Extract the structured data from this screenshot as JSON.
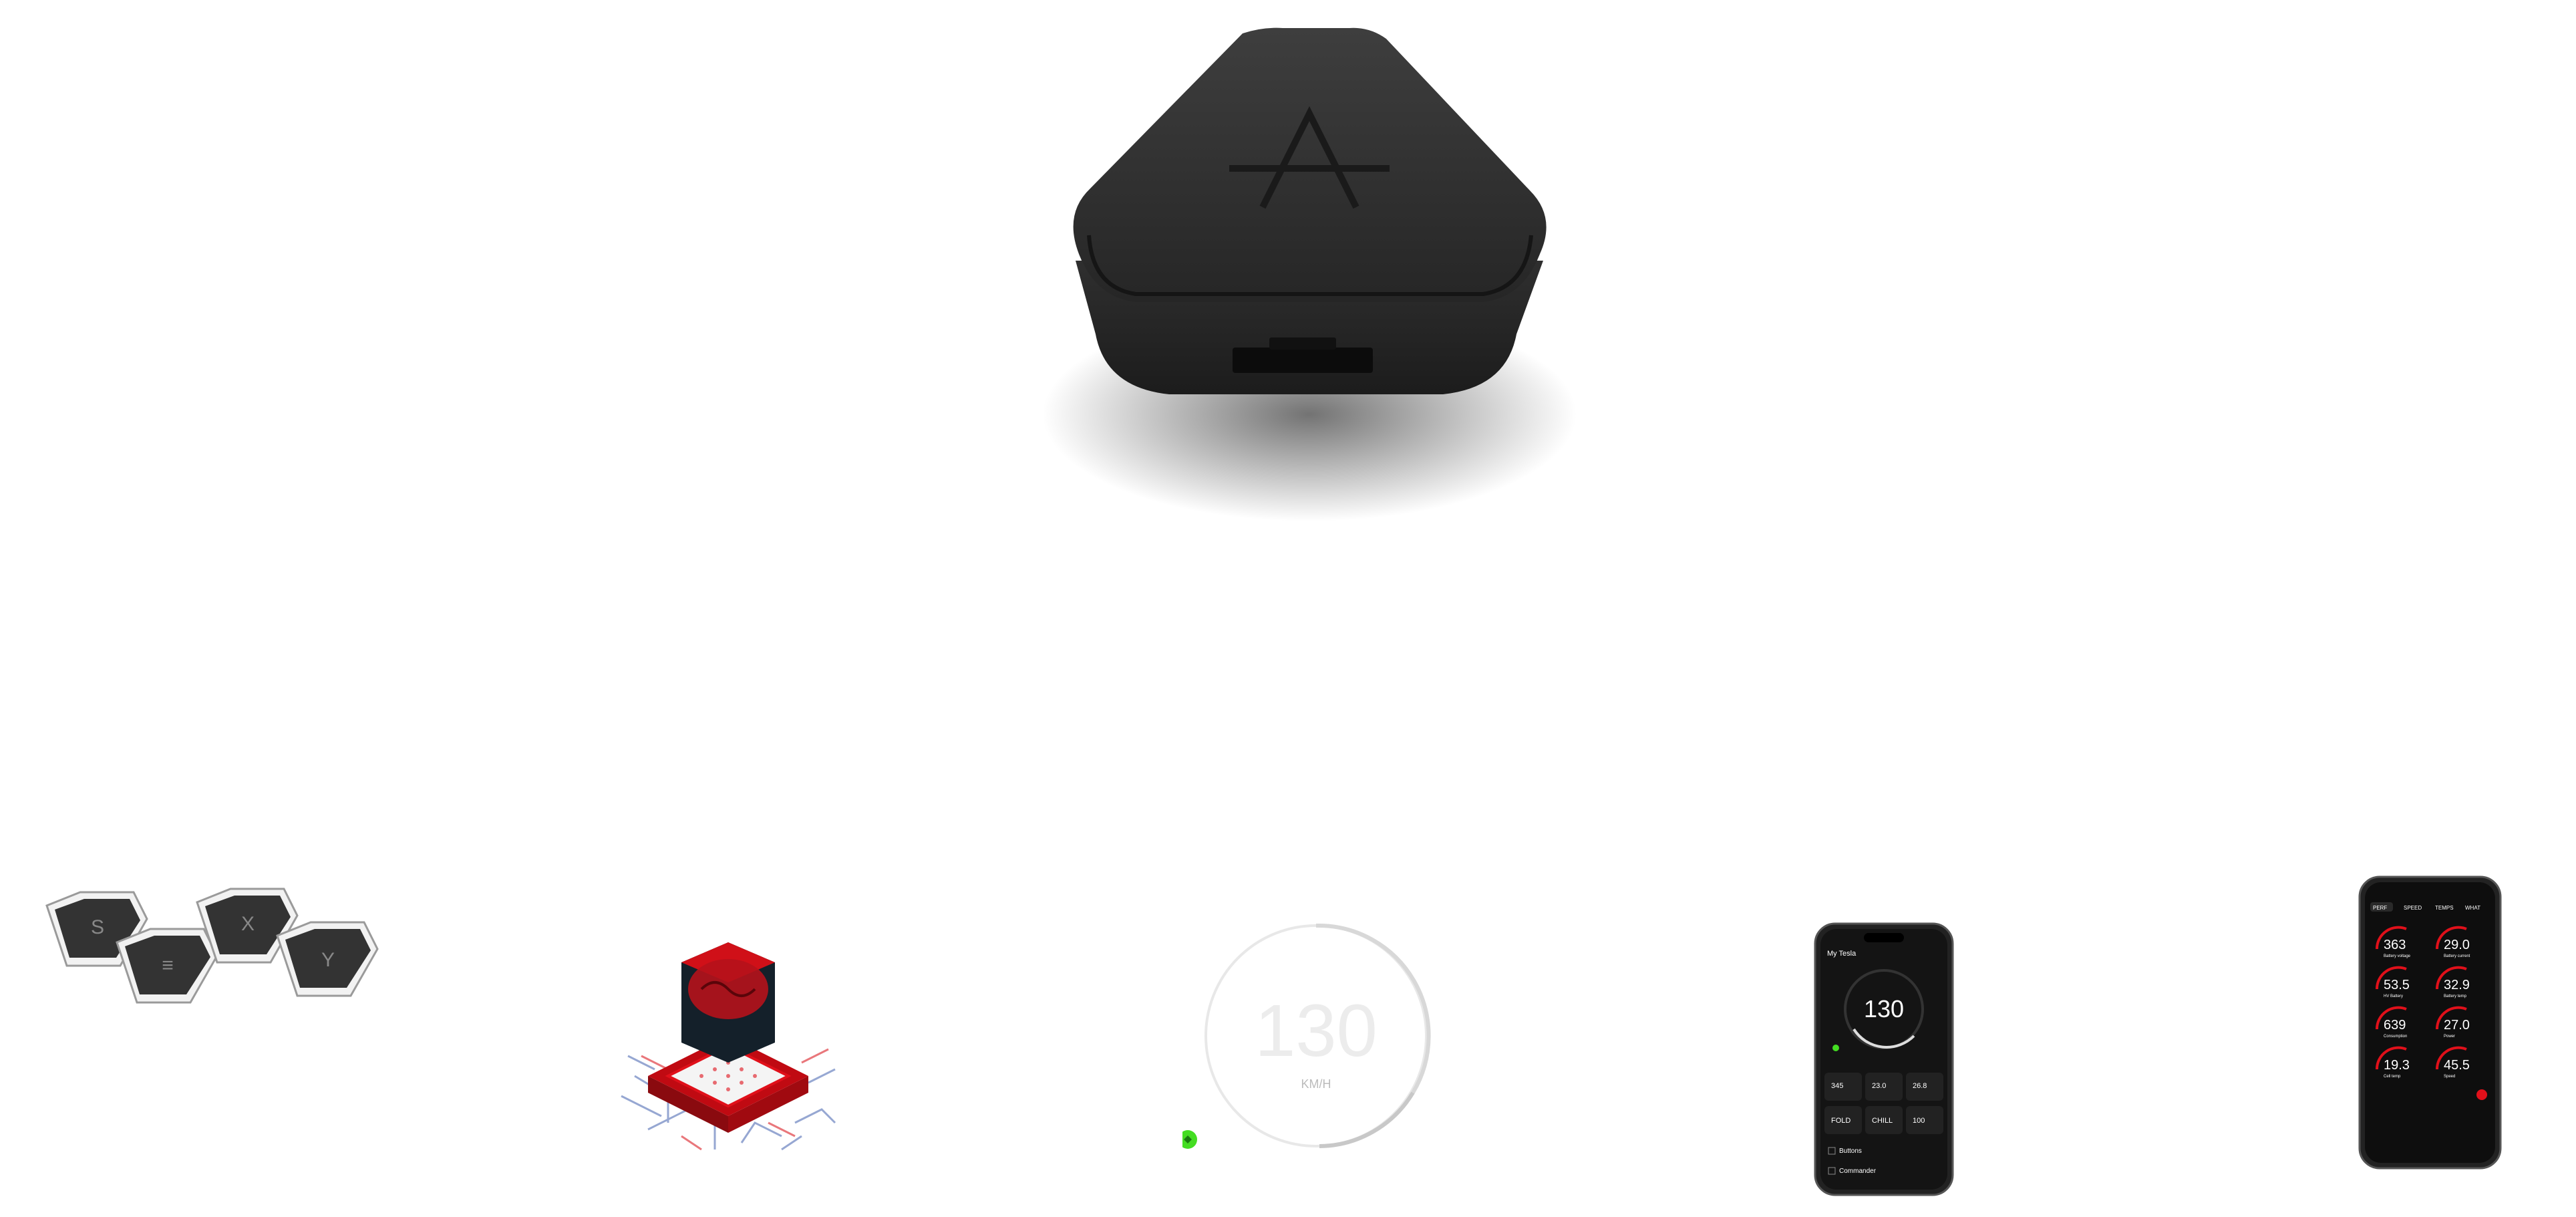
{
  "hero_device": {
    "logo": "A-logo-icon"
  },
  "keycaps": [
    {
      "glyph": "S"
    },
    {
      "glyph": "≡"
    },
    {
      "glyph": "X"
    },
    {
      "glyph": "Y"
    }
  ],
  "ai_chip": {
    "icon": "ai-brain-chip-icon",
    "accent": "#e0101a"
  },
  "speedometer": {
    "value": "130",
    "unit": "KM/H",
    "indicator_color": "#44dd22"
  },
  "phone_left": {
    "title": "My Tesla",
    "speed": "130",
    "stats": [
      "345",
      "23.0",
      "26.8"
    ],
    "modes": [
      "FOLD",
      "CHILL",
      "100"
    ],
    "menu": [
      "Buttons",
      "Commander"
    ]
  },
  "phone_right": {
    "tabs": [
      "PERF",
      "SPEED",
      "TEMPS",
      "WHAT"
    ],
    "gauges": [
      {
        "value": "363",
        "label": "Battery voltage"
      },
      {
        "value": "29.0",
        "label": "Battery current"
      },
      {
        "value": "53.5",
        "label": "HV Battery"
      },
      {
        "value": "32.9",
        "label": "Battery temp"
      },
      {
        "value": "639",
        "label": "Consumption"
      },
      {
        "value": "27.0",
        "label": "Power"
      },
      {
        "value": "19.3",
        "label": "Cell temp"
      },
      {
        "value": "45.5",
        "label": "Speed"
      }
    ]
  }
}
